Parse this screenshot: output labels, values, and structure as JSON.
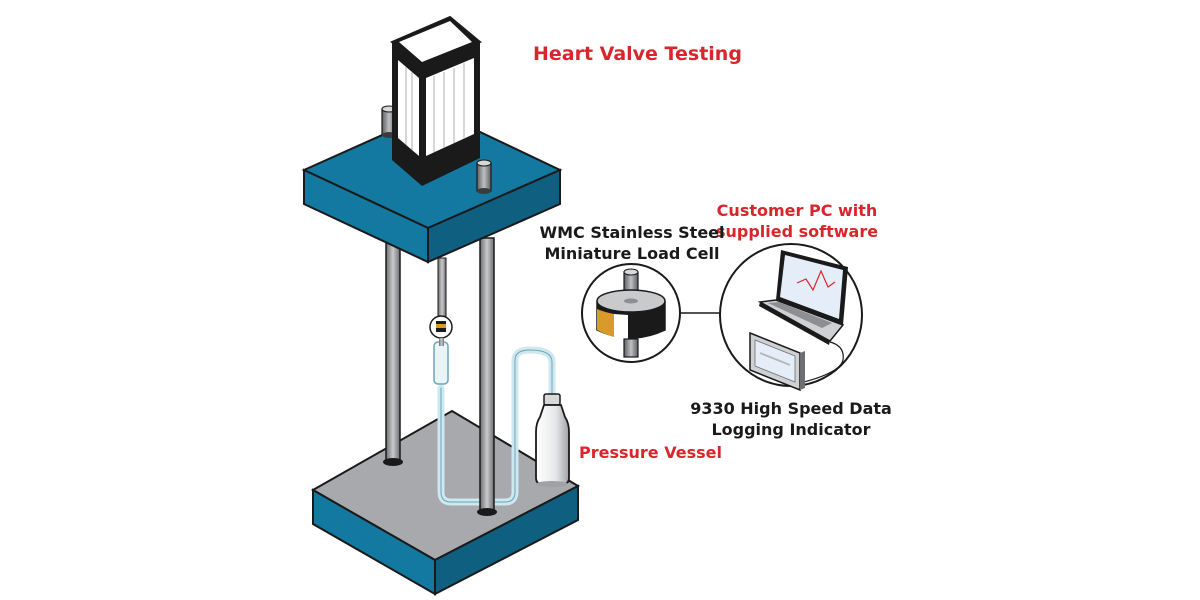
{
  "title": "Heart Valve Testing",
  "labels": {
    "customer_pc": [
      "Customer PC with",
      "supplied software"
    ],
    "load_cell": [
      "WMC Stainless Steel",
      "Miniature Load Cell"
    ],
    "indicator": [
      "9330 High Speed Data",
      "Logging Indicator"
    ],
    "pressure_vessel": "Pressure Vessel"
  },
  "colors": {
    "accent_red": "#d8262c",
    "platform_blue": "#1479a0",
    "platform_blue_dark": "#0e5f80",
    "base_grey": "#a7a9ac",
    "outline": "#1a1a1a",
    "load_cell_gold": "#d79a2b"
  }
}
